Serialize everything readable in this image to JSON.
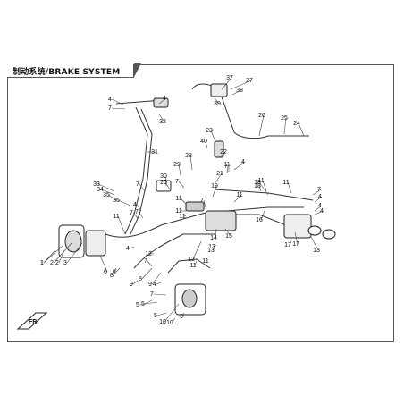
{
  "sheet": {
    "title": "制动系统/BRAKE SYSTEM"
  },
  "diagram": {
    "subject": "brake system exploded parts diagram",
    "direction_badge": "FR",
    "callouts": [
      "1",
      "2",
      "3",
      "4",
      "5",
      "6",
      "7",
      "8",
      "9",
      "10",
      "11",
      "12",
      "13",
      "14",
      "15",
      "16",
      "17",
      "18",
      "19",
      "20",
      "21",
      "22",
      "23",
      "24",
      "25",
      "26",
      "27",
      "28",
      "29",
      "30",
      "31",
      "32",
      "33",
      "34",
      "35",
      "36",
      "37",
      "38",
      "39",
      "40",
      "4",
      "7",
      "7",
      "4",
      "7",
      "4",
      "7",
      "4",
      "7",
      "11",
      "11",
      "11",
      "11",
      "11",
      "11",
      "11",
      "11",
      "4",
      "7",
      "7",
      "7",
      "4",
      "4",
      "7",
      "11",
      "8",
      "4",
      "5",
      "6",
      "9",
      "12",
      "13",
      "13",
      "17",
      "5",
      "3",
      "10",
      "18",
      "2",
      "1"
    ]
  }
}
